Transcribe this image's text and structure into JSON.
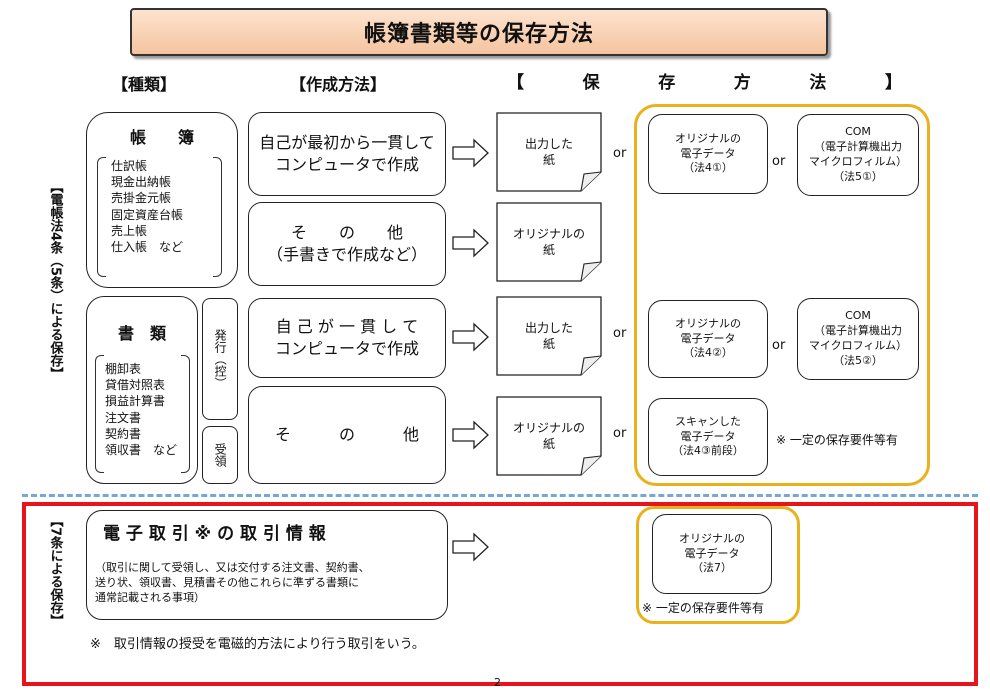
{
  "title": "帳簿書類等の保存方法",
  "headers": {
    "kind": "【種類】",
    "method": "【作成方法】",
    "storage": [
      "【",
      "保",
      "存",
      "方",
      "法",
      "】"
    ]
  },
  "side_labels": {
    "law4": "【電帳法4条（5条）による保存】",
    "law7": "【7条による保存】"
  },
  "books": {
    "title": "帳　　簿",
    "items": "仕訳帳\n現金出納帳\n売掛金元帳\n固定資産台帳\n売上帳\n仕入帳　など"
  },
  "docs": {
    "title": "書　類",
    "items": "棚卸表\n貸借対照表\n損益計算書\n注文書\n契約書\n領収書　など",
    "issue": "発行（控）",
    "receive": "受領"
  },
  "methods": {
    "m1": "自己が最初から一貫して\nコンピュータで作成",
    "m2a": "そ　　の　　他",
    "m2b": "（手書きで作成など）",
    "m3": "自 己 が 一 貫 し て\nコンピュータで作成",
    "m4": "そ　　　の　　　他"
  },
  "papers": {
    "printed": "出力した\n紙",
    "original": "オリジナルの\n紙"
  },
  "or_text": "or",
  "storage": {
    "orig41": "オリジナルの\n電子データ\n（法4①）",
    "com51": "COM\n（電子計算機出力\nマイクロフィルム）\n（法5①）",
    "orig42": "オリジナルの\n電子データ\n（法4②）",
    "com52": "COM\n（電子計算機出力\nマイクロフィルム）\n（法5②）",
    "scan": "スキャンした\n電子データ\n（法4③前段）",
    "note": "※ 一定の保存要件等有"
  },
  "etrade": {
    "title": "電 子 取 引 ※ の 取 引 情 報",
    "desc": "（取引に関して受領し、又は交付する注文書、契約書、\n送り状、領収書、見積書その他これらに準ずる書類に\n通常記載される事項）",
    "orig7": "オリジナルの\n電子データ\n（法7）",
    "note": "※ 一定の保存要件等有",
    "footnote": "※　取引情報の授受を電磁的方法により行う取引をいう。"
  },
  "page_number": "2",
  "colors": {
    "banner_top": "#fde3cf",
    "banner_bottom": "#f5c49f",
    "gold": "#e8b21c",
    "red": "#e8141b",
    "dashed": "#7aa6cf"
  }
}
